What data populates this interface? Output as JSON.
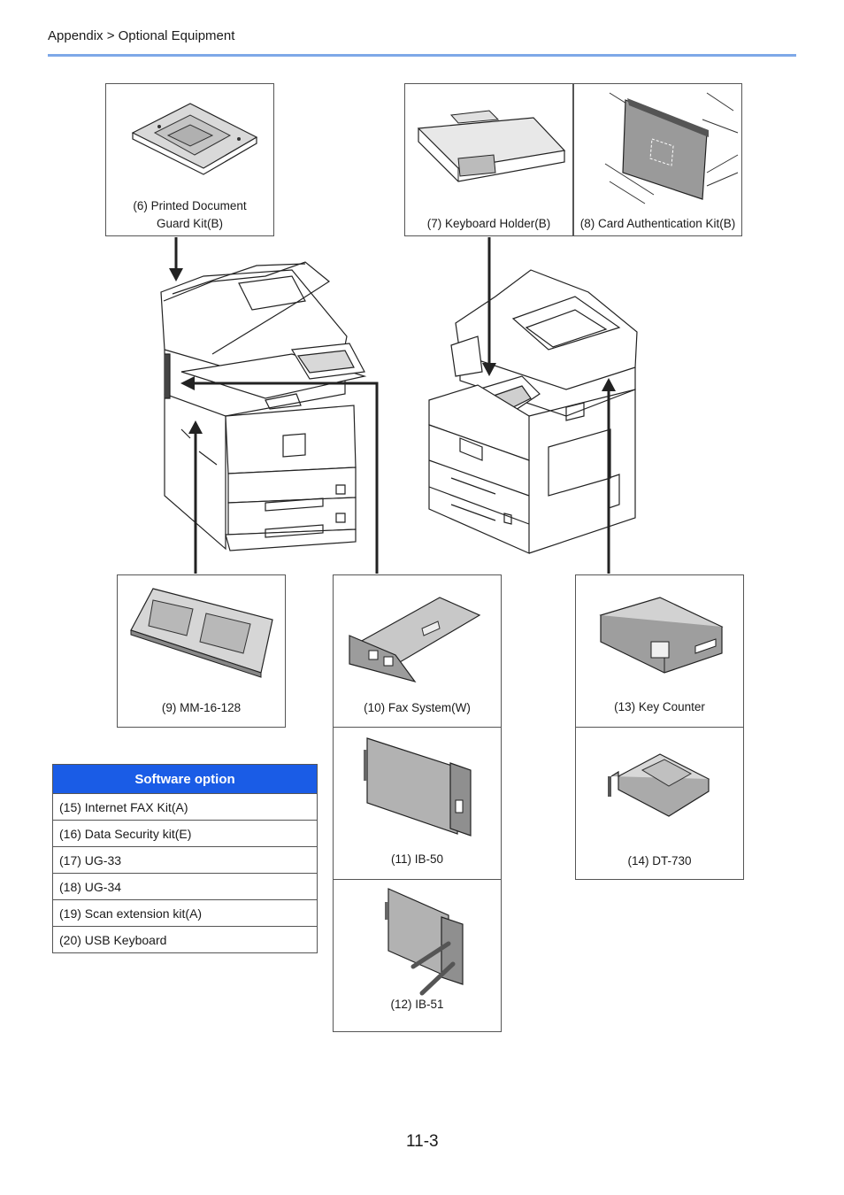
{
  "header": {
    "breadcrumb": "Appendix > Optional Equipment"
  },
  "items": {
    "item6": {
      "caption_line1": "(6) Printed Document",
      "caption_line2": "Guard Kit(B)"
    },
    "item7": {
      "caption": "(7) Keyboard Holder(B)"
    },
    "item8": {
      "caption": "(8) Card Authentication Kit(B)"
    },
    "item9": {
      "caption": "(9) MM-16-128"
    },
    "item10": {
      "caption": "(10) Fax System(W)"
    },
    "item11": {
      "caption": "(11) IB-50"
    },
    "item12": {
      "caption": "(12) IB-51"
    },
    "item13": {
      "caption": "(13) Key Counter"
    },
    "item14": {
      "caption": "(14) DT-730"
    }
  },
  "software_option": {
    "title": "Software option",
    "rows": [
      "(15) Internet FAX Kit(A)",
      "(16) Data Security kit(E)",
      "(17) UG-33",
      "(18) UG-34",
      "(19) Scan extension kit(A)",
      "(20) USB Keyboard"
    ]
  },
  "footer": {
    "page_number": "11-3"
  },
  "colors": {
    "header_rule": "#7ea8e8",
    "table_header": "#1a5ce6"
  }
}
